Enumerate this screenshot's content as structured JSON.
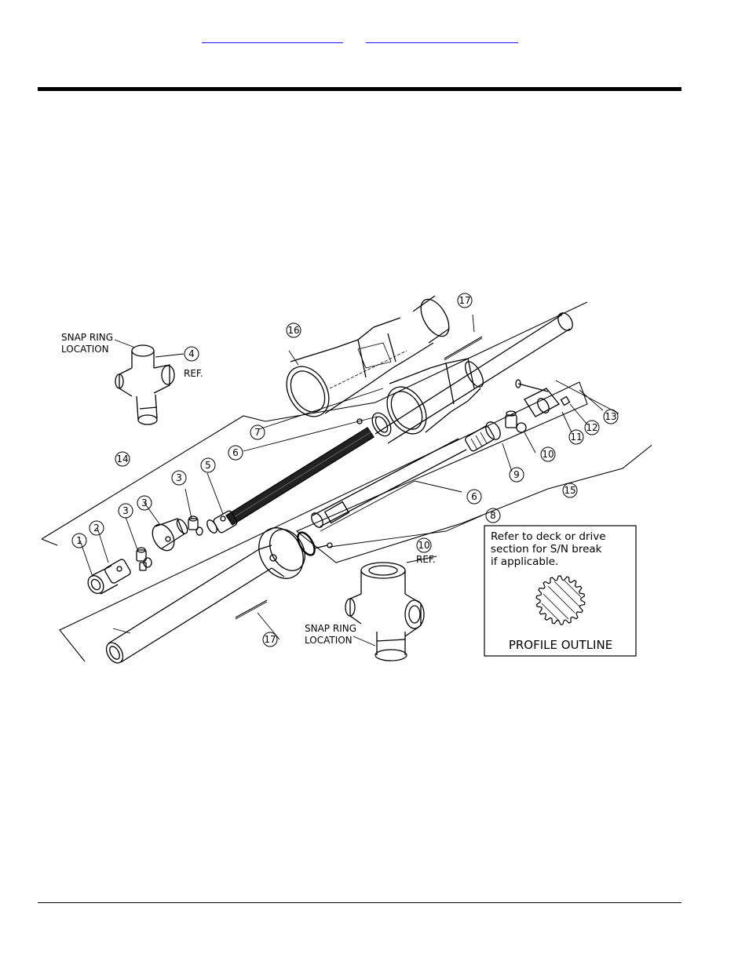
{
  "header": {
    "link_left": "",
    "link_right": ""
  },
  "diagram": {
    "snap_ring_top": [
      "SNAP RING",
      "LOCATION"
    ],
    "snap_ring_bottom": [
      "SNAP RING",
      "LOCATION"
    ],
    "ref_label": "REF.",
    "callouts": [
      "1",
      "2",
      "3",
      "3",
      "3",
      "4",
      "5",
      "6",
      "6",
      "7",
      "8",
      "9",
      "10",
      "10",
      "11",
      "12",
      "13",
      "14",
      "15",
      "16",
      "17",
      "17"
    ],
    "note_lines": [
      "Refer to deck or drive",
      "section for S/N break",
      "if applicable."
    ],
    "profile_label": "PROFILE OUTLINE"
  }
}
